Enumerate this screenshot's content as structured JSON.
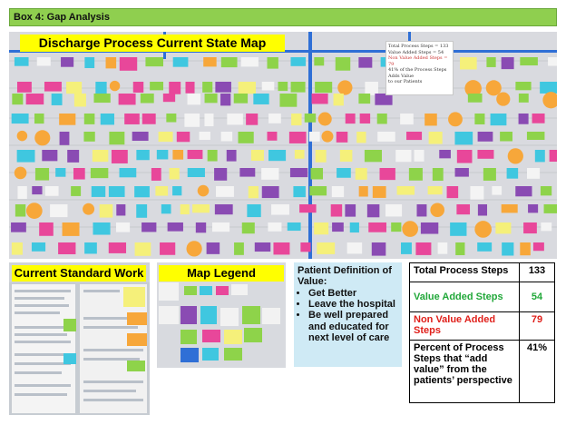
{
  "header": {
    "title": "Box 4: Gap Analysis"
  },
  "map_title": "Discharge Process Current State Map",
  "map_note": {
    "lines": [
      "Total Process Steps = 133",
      "Value Added Steps = 54",
      "Non Value Added Steps = 79",
      "41% of the Process Steps Adds Value",
      "to our Patients"
    ]
  },
  "standard_work": {
    "title": "Current Standard Work"
  },
  "legend": {
    "title": "Map Legend"
  },
  "patient_value": {
    "heading": "Patient Definition of Value:",
    "items": [
      "Get Better",
      "Leave the hospital",
      "Be well prepared and educated for next level of care"
    ]
  },
  "stats": {
    "rows": [
      {
        "label": "Total Process Steps",
        "value": "133",
        "color": "#000000"
      },
      {
        "label": "Value Added Steps",
        "value": "54",
        "color": "#22a83a"
      },
      {
        "label": "Non Value Added Steps",
        "value": "79",
        "color": "#e0201b"
      },
      {
        "label": "Percent of Process Steps that “add value” from the patients’ perspective",
        "value": "41%",
        "color": "#000000"
      }
    ]
  },
  "colors": {
    "header_green": "#8fcf4f",
    "title_yellow": "#ffff00",
    "note_blue": "#cfeaf5",
    "sticky_pink": "#e8479a",
    "sticky_cyan": "#3fc7e0",
    "sticky_green": "#8ed34a",
    "sticky_orange": "#f7a73a",
    "sticky_yellow": "#f5f07a",
    "sticky_purple": "#8a4bb3"
  }
}
